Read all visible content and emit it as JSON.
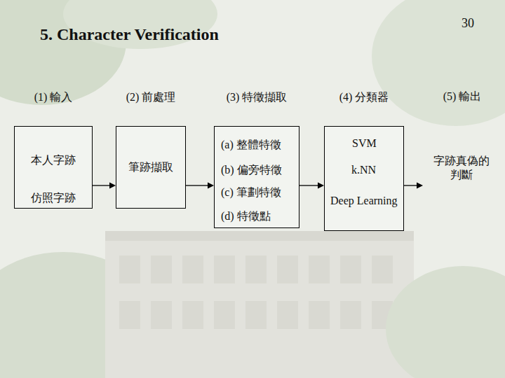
{
  "diagram": {
    "title": "5. Character Verification",
    "nodes": [
      {
        "text": [
          "(1) 輸入",
          "本人字跡",
          "仿照字跡"
        ]
      },
      {
        "text": [
          "(2) 前處理",
          "筆跡擷取"
        ]
      },
      {
        "text": [
          "(3) 特徵擷取",
          "(a) 整體特徵",
          "(b) 偏旁特徵",
          "(c) 筆劃特徵",
          "(d) 特徵點"
        ]
      },
      {
        "text": [
          "(4) 分類器",
          "SVM",
          "k.NN",
          "Deep Learning"
        ]
      },
      {
        "text": [
          "(5) 輸出",
          "字跡真偽的判斷"
        ]
      }
    ],
    "edges": [
      {
        "from": 0,
        "to": 1,
        "arrow": "to"
      },
      {
        "from": 1,
        "to": 2,
        "arrow": "to"
      },
      {
        "from": 2,
        "to": 3,
        "arrow": "to"
      },
      {
        "from": 3,
        "to": 4,
        "arrow": "to"
      }
    ],
    "labels": [
      "30"
    ]
  }
}
